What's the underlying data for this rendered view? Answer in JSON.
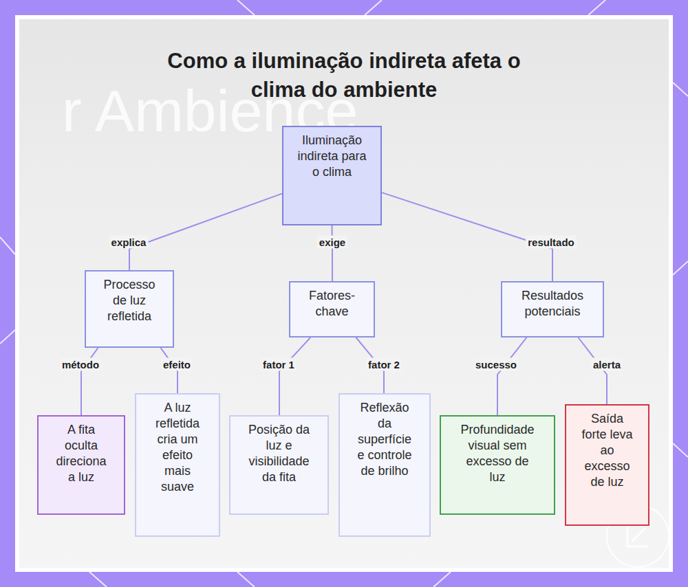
{
  "diagram": {
    "title": "Como a iluminação indireta afeta o clima do ambiente",
    "nodes": [
      {
        "text": [
          "Iluminação indireta para o clima"
        ]
      },
      {
        "text": [
          "Processo de luz refletida"
        ]
      },
      {
        "text": [
          "Fatores-chave"
        ]
      },
      {
        "text": [
          "Resultados potenciais"
        ]
      },
      {
        "text": [
          "A fita oculta direciona a luz"
        ]
      },
      {
        "text": [
          "A luz refletida cria um efeito mais suave"
        ]
      },
      {
        "text": [
          "Posição da luz e visibilidade da fita"
        ]
      },
      {
        "text": [
          "Reflexão da superfície e controle de brilho"
        ]
      },
      {
        "text": [
          "Profundidade visual sem excesso de luz"
        ]
      },
      {
        "text": [
          "Saída forte leva ao excesso de luz"
        ]
      }
    ],
    "edges": [
      {
        "from": 0,
        "to": 1,
        "label": "explica",
        "arrow": "none"
      },
      {
        "from": 0,
        "to": 2,
        "label": "exige",
        "arrow": "none"
      },
      {
        "from": 0,
        "to": 3,
        "label": "resultado",
        "arrow": "none"
      },
      {
        "from": 1,
        "to": 4,
        "label": "método",
        "arrow": "none"
      },
      {
        "from": 1,
        "to": 5,
        "label": "efeito",
        "arrow": "none"
      },
      {
        "from": 2,
        "to": 6,
        "label": "fator 1",
        "arrow": "none"
      },
      {
        "from": 2,
        "to": 7,
        "label": "fator 2",
        "arrow": "none"
      },
      {
        "from": 3,
        "to": 8,
        "label": "sucesso",
        "arrow": "none"
      },
      {
        "from": 3,
        "to": 9,
        "label": "alerta",
        "arrow": "none"
      }
    ],
    "labels": [
      "r Ambience"
    ]
  }
}
